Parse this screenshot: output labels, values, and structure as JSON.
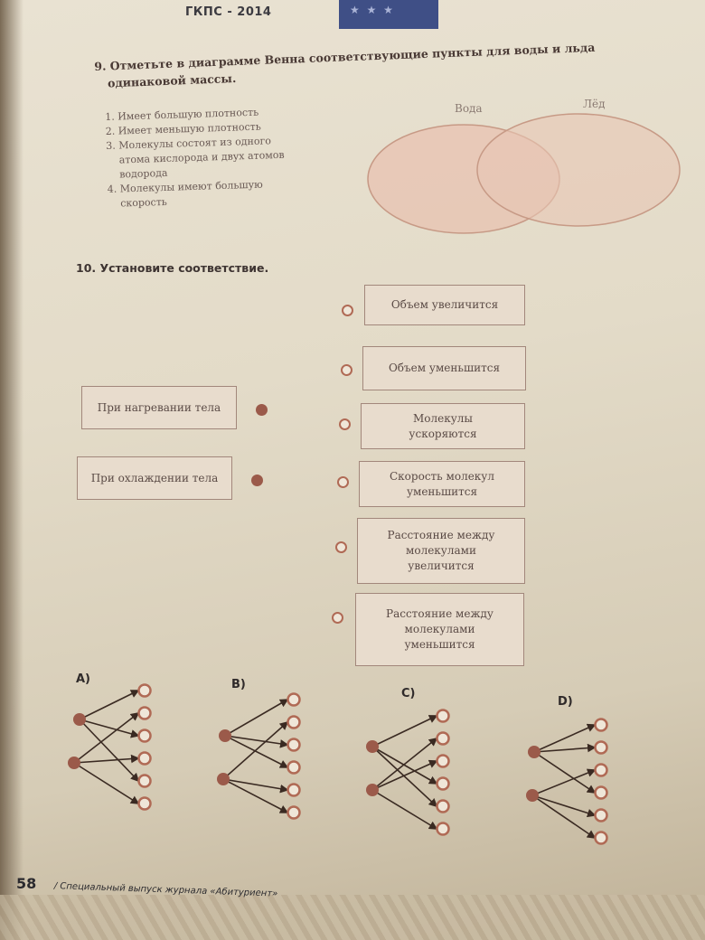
{
  "header": {
    "title": "ГКПС - 2014"
  },
  "q9": {
    "line1": "9. Отметьте в диаграмме Венна соответствующие пункты для воды и льда",
    "line2": "одинаковой массы.",
    "items": [
      {
        "text": "1. Имеет большую плотность",
        "cont": ""
      },
      {
        "text": "2. Имеет меньшую плотность",
        "cont": ""
      },
      {
        "text": "3. Молекулы состоят из одного",
        "cont": "атома кислорода и двух атомов",
        "cont2": "водорода"
      },
      {
        "text": "4. Молекулы имеют большую",
        "cont": "скорость"
      }
    ],
    "venn": {
      "left_label": "Вода",
      "right_label": "Лёд"
    }
  },
  "q10": {
    "title": "10. Установите соответствие.",
    "left": [
      "При нагревании тела",
      "При охлаждении тела"
    ],
    "right": [
      "Объем увеличится",
      "Объем уменьшится",
      "Молекулы ускоряются",
      "Скорость молекул уменьшится",
      "Расстояние между молекулами увеличится",
      "Расстояние между молекулами уменьшится"
    ],
    "options": [
      "A)",
      "B)",
      "C)",
      "D)"
    ]
  },
  "footer": {
    "page_number": "58",
    "text": "Специальный выпуск журнала «Абитуриент»"
  },
  "colors": {
    "box_border": "#a2877b",
    "ring": "#b06a55",
    "dot": "#9b5a4a",
    "venn_fill": "#e8c6b4"
  }
}
